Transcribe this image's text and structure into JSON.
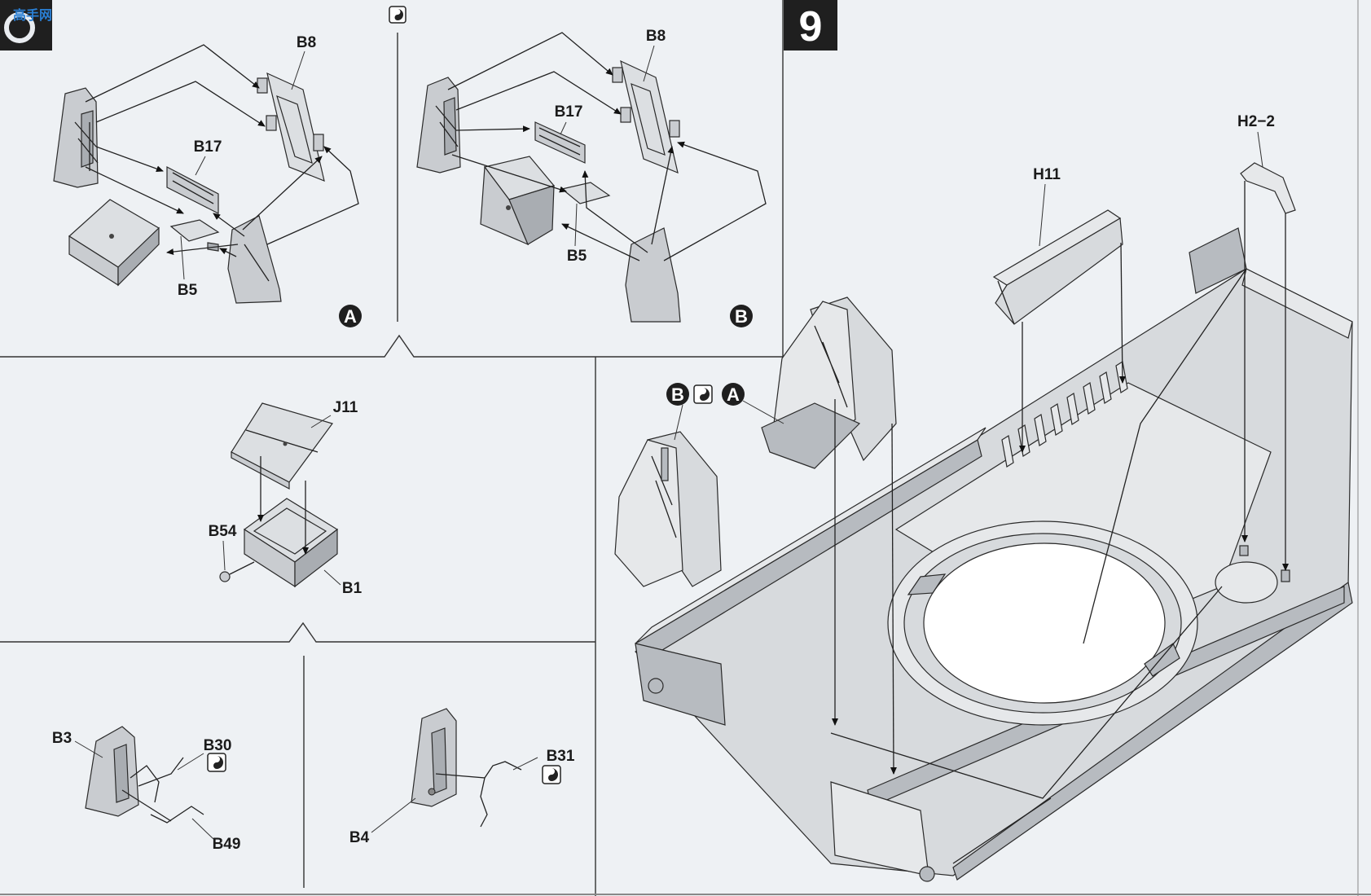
{
  "step_number": "9",
  "watermark": "高手网",
  "option_markers": {
    "a": "A",
    "b": "B"
  },
  "parts": {
    "a_b8": "B8",
    "a_b17": "B17",
    "a_b5": "B5",
    "b_b8": "B8",
    "b_b17": "B17",
    "b_b5": "B5",
    "j11": "J11",
    "b54": "B54",
    "b1": "B1",
    "b3": "B3",
    "b30": "B30",
    "b49": "B49",
    "b31": "B31",
    "b4": "B4",
    "h11": "H11",
    "h2_2": "H2−2"
  },
  "icons": [
    "option-symbol-icon",
    "arrow-icon",
    "step-badge-icon"
  ],
  "colors": {
    "paper": "#eef1f4",
    "part_fill": "#c9ccd0",
    "ink": "#1b1b1b",
    "badge": "#1f1f1f"
  }
}
